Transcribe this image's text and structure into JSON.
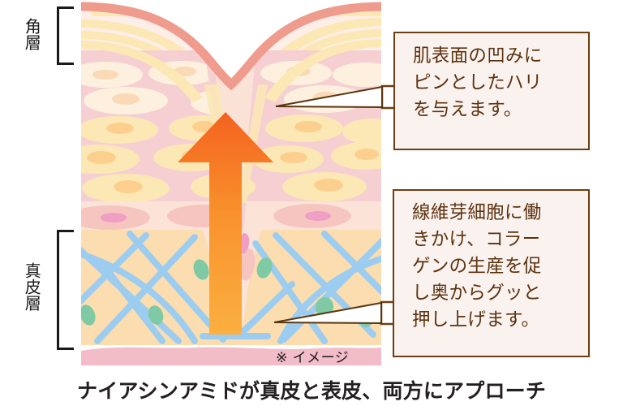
{
  "layer_labels": {
    "stratum_corneum": "角層",
    "dermis": "真皮層"
  },
  "callouts": [
    {
      "id": "surface-effect",
      "lines": [
        "肌表面の凹みに",
        "ピンとしたハリ",
        "を与えます。"
      ],
      "border_color": "#6b3f12",
      "fill_color": "#faf2ef",
      "text_color": "#5c3310"
    },
    {
      "id": "fibroblast-effect",
      "lines": [
        "線維芽細胞に働",
        "きかけ、コラー",
        "ゲンの生産を促",
        "し奥からグッと",
        "押し上げます。"
      ],
      "border_color": "#6b3f12",
      "fill_color": "#faf2ef",
      "text_color": "#5c3310"
    }
  ],
  "image_note": "※ イメージ",
  "caption": "ナイアシンアミドが真皮と表皮、両方にアプローチ",
  "diagram": {
    "colors": {
      "skin_surface": "#ef9b8d",
      "corneum_band": "#fbe8b4",
      "corneum_bg": "#fdeee7",
      "epidermis_matrix": "#f6cfd3",
      "epidermis_cell": "#fbe8b4",
      "epidermis_nucleus": "#fccf8e",
      "basal_band": "#fbe3d7",
      "basal_cell": "#f6c5c0",
      "basal_nucleus": "#ef9ec4",
      "dermis_bg": "#fbddb0",
      "collagen_fiber": "#9ccdf0",
      "fibroblast": "#7fc9a4",
      "subcutaneous": "#f2bcc8",
      "arrow_top": "#f4621f",
      "arrow_bottom": "#fbb040"
    },
    "arrow": {
      "name": "upward-lift-arrow",
      "direction": "up"
    }
  }
}
